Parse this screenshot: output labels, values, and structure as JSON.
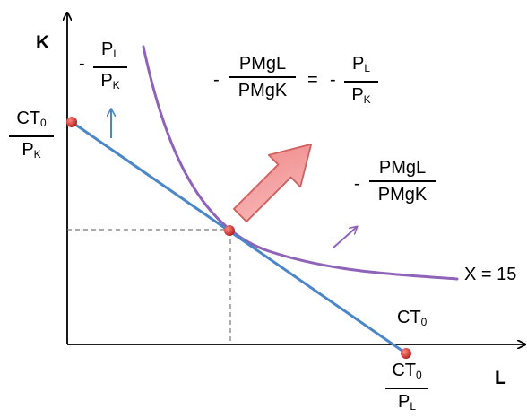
{
  "axes": {
    "y_label": "K",
    "x_label": "L"
  },
  "colors": {
    "budget_line": "#4a86c8",
    "isoquant": "#8e63b8",
    "point": "#d8302a",
    "big_arrow_fill": "#f6a5a5",
    "big_arrow_stroke": "#d06060",
    "guides": "#777777"
  },
  "labels": {
    "y_intercept": {
      "num": "CT",
      "num_sub": "0",
      "den": "P",
      "den_sub": "K"
    },
    "x_intercept": {
      "num": "CT",
      "num_sub": "0",
      "den": "P",
      "den_sub": "L"
    },
    "budget_slope": {
      "sign": "-",
      "num": "P",
      "num_sub": "L",
      "den": "P",
      "den_sub": "K"
    },
    "equilibrium": {
      "left_sign": "-",
      "left_num": "PMgL",
      "left_den": "PMgK",
      "equals": "=",
      "right_sign": "-",
      "right_num": "P",
      "right_num_sub": "L",
      "right_den": "P",
      "right_den_sub": "K"
    },
    "isoquant_slope": {
      "sign": "-",
      "num": "PMgL",
      "den": "PMgK"
    },
    "isoquant_label": "X = 15",
    "budget_label": {
      "text": "CT",
      "sub": "0"
    }
  }
}
